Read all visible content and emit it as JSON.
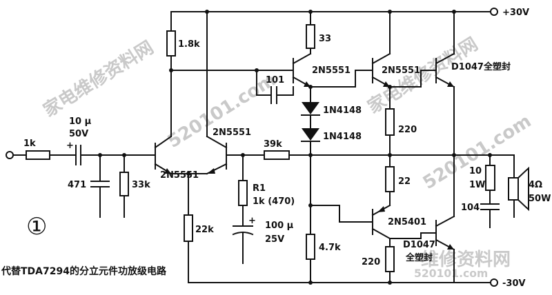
{
  "supply": {
    "positive": "+30V",
    "negative": "-30V"
  },
  "figure_number": "①",
  "caption": "代替TDA7294的分立元件功放级电路",
  "components": {
    "r_input": "1k",
    "c_input_value": "10 μ",
    "c_input_voltage": "50V",
    "c_471": "471",
    "r_33k": "33k",
    "r_1_8k": "1.8k",
    "q_diff_left": "2N5551",
    "q_diff_right": "2N5551",
    "r_22k": "22k",
    "r_39k": "39k",
    "r1_name": "R1",
    "r1_value": "1k (470)",
    "c_100u_value": "100 μ",
    "c_100u_voltage": "25V",
    "r_33": "33",
    "q_vas": "2N5551",
    "c_101": "101",
    "d1": "1N4148",
    "d2": "1N4148",
    "r_4_7k": "4.7k",
    "q_driver_top": "2N5551",
    "q_out_top": "D1047全塑封",
    "r_220_top": "220",
    "r_22": "22",
    "q_driver_bottom": "2N5401",
    "q_out_bottom_line1": "D1047",
    "q_out_bottom_line2": "全塑封",
    "r_220_bottom": "220",
    "r_zobel_value": "10",
    "r_zobel_power": "1W",
    "c_zobel": "104",
    "speaker_impedance": "4Ω",
    "speaker_power": "50W"
  },
  "watermarks": [
    "家电维修资料网",
    "520101.com",
    "家电维修资料网",
    "520101.com",
    "维修资料网",
    "520101.com"
  ]
}
